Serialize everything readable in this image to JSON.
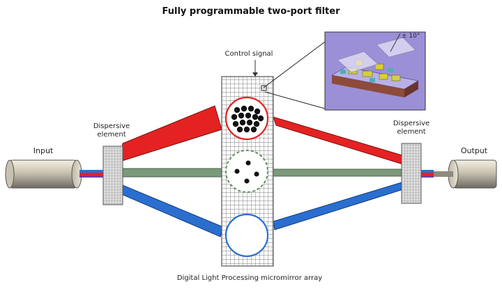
{
  "title": "Fully programmable two-port filter",
  "labels": {
    "control_signal": "Control signal",
    "dispersive_left": [
      "Dispersive",
      "element"
    ],
    "dispersive_right": [
      "Dispersive",
      "element"
    ],
    "input": "Input",
    "output": "Output",
    "array": "Digital Light Processing micromirror array",
    "tilt": "± 10°"
  },
  "colors": {
    "red": "#e42222",
    "green": "#7a9a7a",
    "blue": "#2a6fd0",
    "grid": "#7a7a7a",
    "inset_bg": "#9b90d8"
  }
}
